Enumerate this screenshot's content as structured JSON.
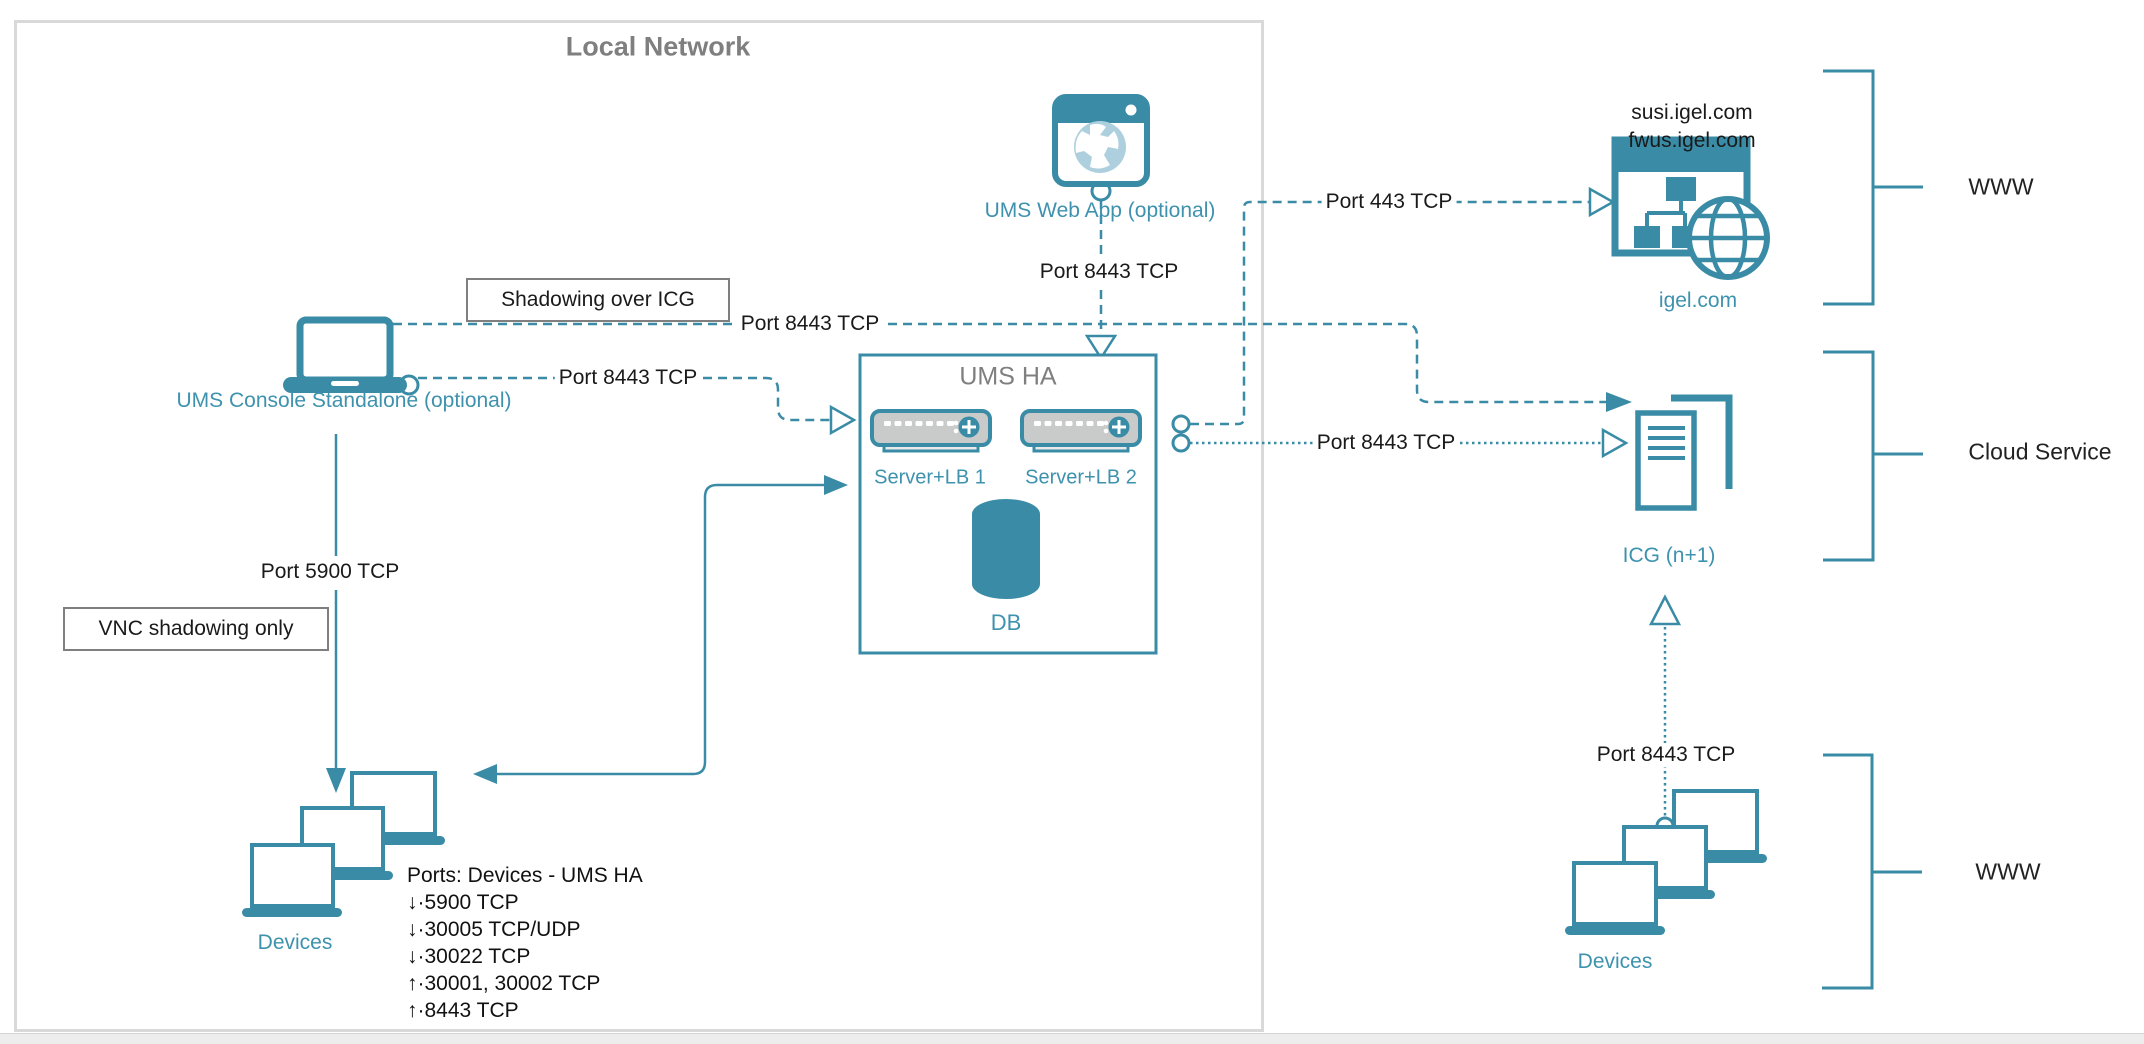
{
  "colors": {
    "teal": "#3a8ca6",
    "teal_text": "#3e92ae",
    "gray_title": "#7f7f7f",
    "server_gray": "#c8cbca",
    "globe_light_blue": "#aecfde",
    "border_gray": "#d9d9d9",
    "black_text": "#1a1a1a"
  },
  "local_network": {
    "title": "Local Network"
  },
  "annotations": {
    "shadowing": "Shadowing over ICG",
    "vnc": "VNC shadowing only"
  },
  "console": {
    "label": "UMS Console Standalone (optional)"
  },
  "web_app": {
    "label": "UMS Web App (optional)"
  },
  "igel": {
    "domain1": "susi.igel.com",
    "domain2": "fwus.igel.com",
    "label": "igel.com"
  },
  "ums_ha": {
    "title": "UMS HA",
    "server1": "Server+LB 1",
    "server2": "Server+LB 2",
    "db": "DB"
  },
  "icg": {
    "label": "ICG (n+1)"
  },
  "devices_left": {
    "label": "Devices"
  },
  "devices_right": {
    "label": "Devices"
  },
  "groups": {
    "www_top": "WWW",
    "cloud_service": "Cloud Service",
    "www_bottom": "WWW"
  },
  "ports": {
    "console_to_icg": "Port 8443 TCP",
    "console_to_ums": "Port 8443 TCP",
    "webapp_to_ums": "Port 8443 TCP",
    "ums_to_igel": "Port 443 TCP",
    "ums_to_icg": "Port 8443 TCP",
    "console_to_devices": "Port 5900 TCP",
    "icg_to_devices": "Port 8443 TCP",
    "devices_ums_list": {
      "title": "Ports: Devices - UMS HA",
      "items": [
        "↓·5900 TCP",
        "↓·30005 TCP/UDP",
        "↓·30022 TCP",
        "↑·30001, 30002 TCP",
        "↑·8443 TCP"
      ]
    }
  }
}
